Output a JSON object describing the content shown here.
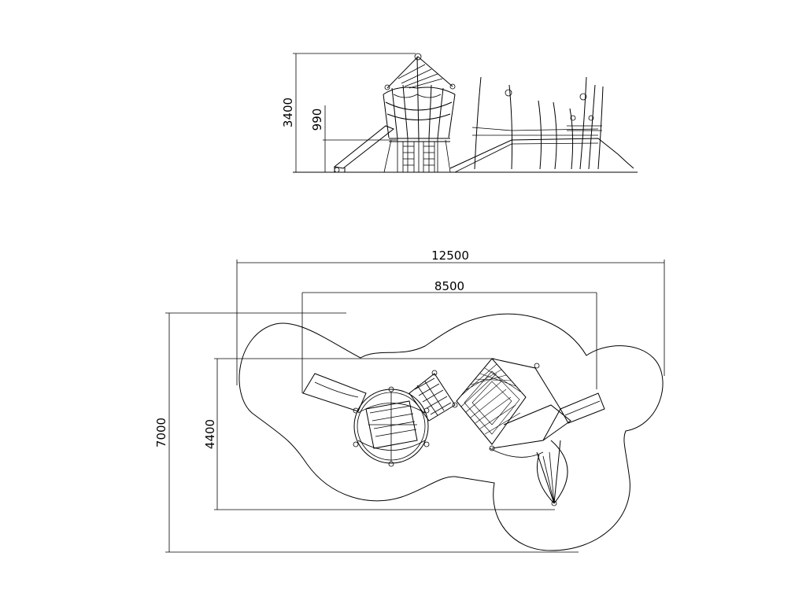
{
  "drawing": {
    "stroke_color": "#000000",
    "background": "#ffffff",
    "elevation_view": {
      "dimensions": {
        "total_height": "3400",
        "platform_height": "990"
      }
    },
    "plan_view": {
      "dimensions": {
        "overall_length": "12500",
        "equipment_length": "8500",
        "overall_width": "7000",
        "equipment_width": "4400"
      }
    }
  }
}
